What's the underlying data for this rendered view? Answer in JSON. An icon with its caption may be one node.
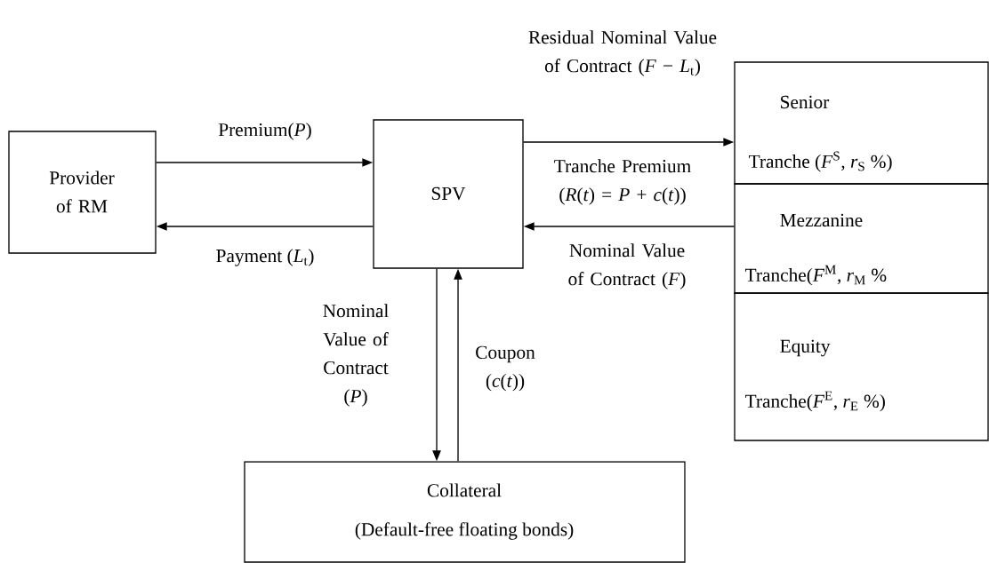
{
  "diagram": {
    "nodes": [
      {
        "text": [
          "Provider of RM"
        ]
      },
      {
        "text": [
          "SPV"
        ]
      },
      {
        "text": [
          "Senior",
          "Tranche (*F*$^{S}$, *r*$_{S}$ %)"
        ]
      },
      {
        "text": [
          "Mezzanine",
          "Tranche(*F*$^{M}$, *r*$_{M}$ %"
        ]
      },
      {
        "text": [
          "Equity",
          "Tranche(*F*$^{E}$, *r*$_{E}$ %)"
        ]
      },
      {
        "text": [
          "Collateral",
          "(Default-free floating bonds)"
        ]
      }
    ],
    "edges": [
      {
        "from": 0,
        "to": 1,
        "arrow": "to",
        "label": "Premium(*P*)"
      },
      {
        "from": 1,
        "to": 0,
        "arrow": "to",
        "label": "Payment (*L*$_{t}$)"
      },
      {
        "from": 1,
        "to": 2,
        "arrow": "to",
        "label": "Tranche Premium (*R*(*t*) = *P* + *c*(*t*))"
      },
      {
        "from": 3,
        "to": 1,
        "arrow": "to",
        "label": "Nominal Value of Contract (*F*)"
      },
      {
        "from": 1,
        "to": 5,
        "arrow": "to",
        "label": "Nominal Value of Contract (*P*)"
      },
      {
        "from": 5,
        "to": 1,
        "arrow": "to",
        "label": "Coupon (*c*(*t*))"
      }
    ],
    "labels": [
      "Residual Nominal Value of Contract (*F* − *L*$_{t}$)"
    ]
  }
}
